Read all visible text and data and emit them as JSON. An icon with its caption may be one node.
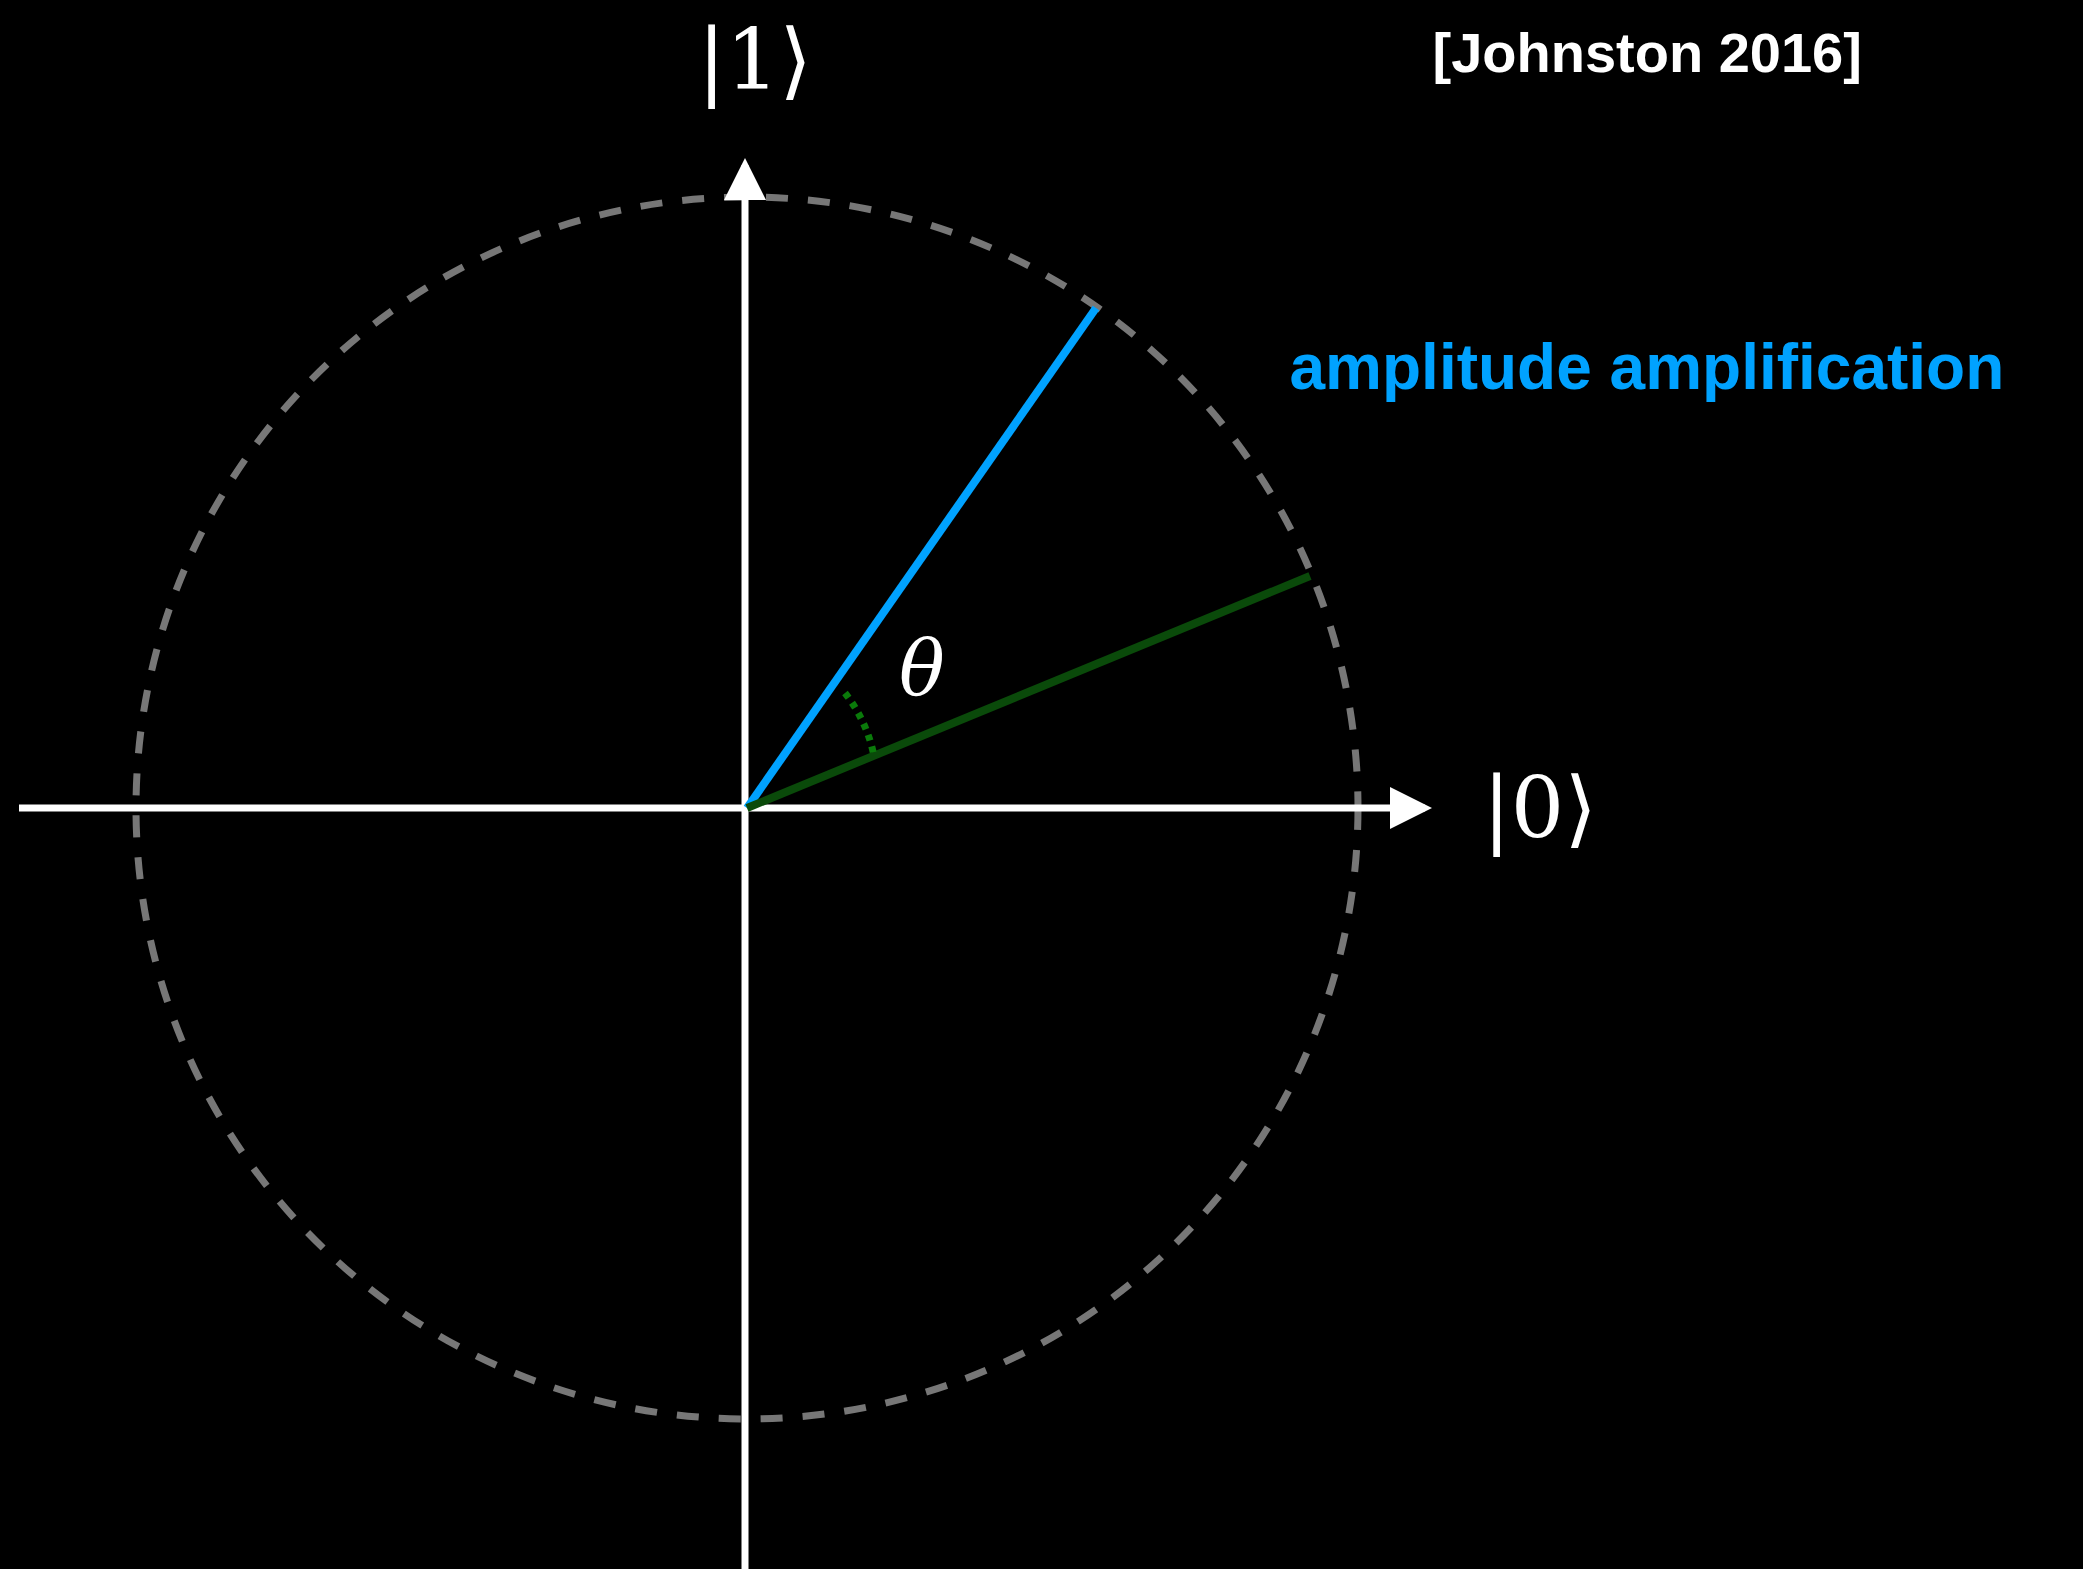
{
  "diagram": {
    "labels": [
      "|1⟩",
      "[Johnston 2016]",
      "amplitude amplification",
      "θ",
      "|0⟩"
    ]
  }
}
